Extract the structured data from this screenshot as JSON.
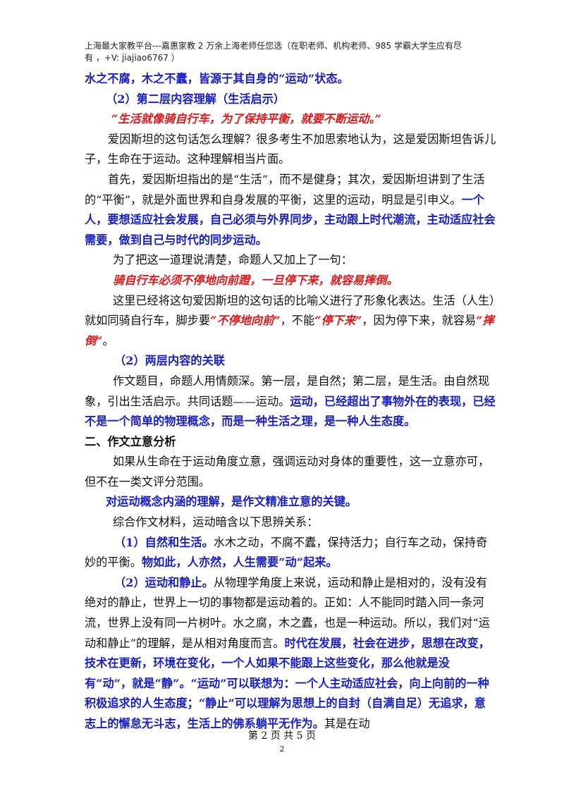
{
  "header": {
    "line1": "上海最大家教平台---嘉惠家教   2 万余上海老师任您选（在职老师、机构老师、985 学霸大学生应有尽",
    "line2": "有 ，+V: jiajiao6767 ）"
  },
  "content": {
    "p1": "水之不腐，木之不蠹，皆源于其自身的“运动”状态。",
    "h_2nd_layer": "（2）第二层内容理解（生活启示）",
    "quote1": "“生活就像骑自行车，为了保持平衡，就要不断运动。”",
    "p2": "爱因斯坦的这句话怎么理解？很多考生不加思索地认为，这是爱因斯坦告诉儿子，生命在于运动。这种理解相当片面。",
    "p3_a": "首先，爱因斯坦指出的是“生活”，而不是健身；其次，爱因斯坦讲到了生活的“平衡”，就是外面世界和自身发展的平衡，这里的运动，明显是引申义。",
    "p3_b": "一个人，要想适应社会发展，自己必须与外界同步，主动跟上时代潮流，主动适应社会需要，做到自己与时代的同步运动。",
    "p4": "为了把这一道理说清楚，命题人又加上了一句：",
    "quote2": "骑自行车必须不停地向前蹬，一旦停下来，就容易摔倒。",
    "p5_a": "这里已经将这句爱因斯坦的这句话的比喻义进行了形象化表达。生活（人生）就如同骑自行车，脚步要",
    "p5_r1": "“不停地向前”",
    "p5_b": "，不能",
    "p5_r2": "“停下来”",
    "p5_c": "，因为停下来，就容易",
    "p5_r3": "“摔倒”",
    "p5_d": "。",
    "h_relation": "（2）两层内容的关联",
    "p6_a": "作文题目，命题人用情颇深。第一层，是自然；第二层，是生活。由自然现象，引出生活启示。共同话题——运动。",
    "p6_b": "运动，已经超出了事物外在的表现，已经不是一个简单的物理概念，而是一种生活之理，是一种人生态度。",
    "h_section2": "二、作文立意分析",
    "p7": "如果从生命在于运动角度立意，强调运动对身体的重要性，这一立意亦可，但不在一类文评分范围。",
    "p8": "对运动概念内涵的理解，是作文精准立意的关键。",
    "p9": "综合作文材料，运动暗含以下思辨关系：",
    "p10_h": "（1）自然和生活。",
    "p10_a": "水木之动，不腐不蠹，保持活力；自行车之动，保持奇妙的平衡。",
    "p10_b": "物如此，人亦然，人生需要“动”起来。",
    "p11_h": "（2）运动和静止。",
    "p11_a": "从物理学角度上来说，运动和静止是相对的，没有没有绝对的静止，世界上一切的事物都是运动着的。正如：人不能同时踏入同一条河流，世界上没有同一片树叶。水之腐，木之蠹，也是一种运动。所以，我们对“运动和静止”的理解，是从相对角度而言。",
    "p11_b": "时代在发展，社会在进步，思想在改变，技术在更新，环境在变化，一个人如果不能跟上这些变化，那么他就是没有“动”，就是“静”。“运动”可以联想为：一个人主动适应社会，向上向前的一种积极追求的人生态度；“静止”可以理解为思想上的自封（自满自足）无追求，意志上的懈怠无斗志，生活上的佛系躺平无作为。",
    "p11_c": "其是在动"
  },
  "footer": {
    "page_label": "第 2 页 共 5 页",
    "page_number": "2"
  }
}
